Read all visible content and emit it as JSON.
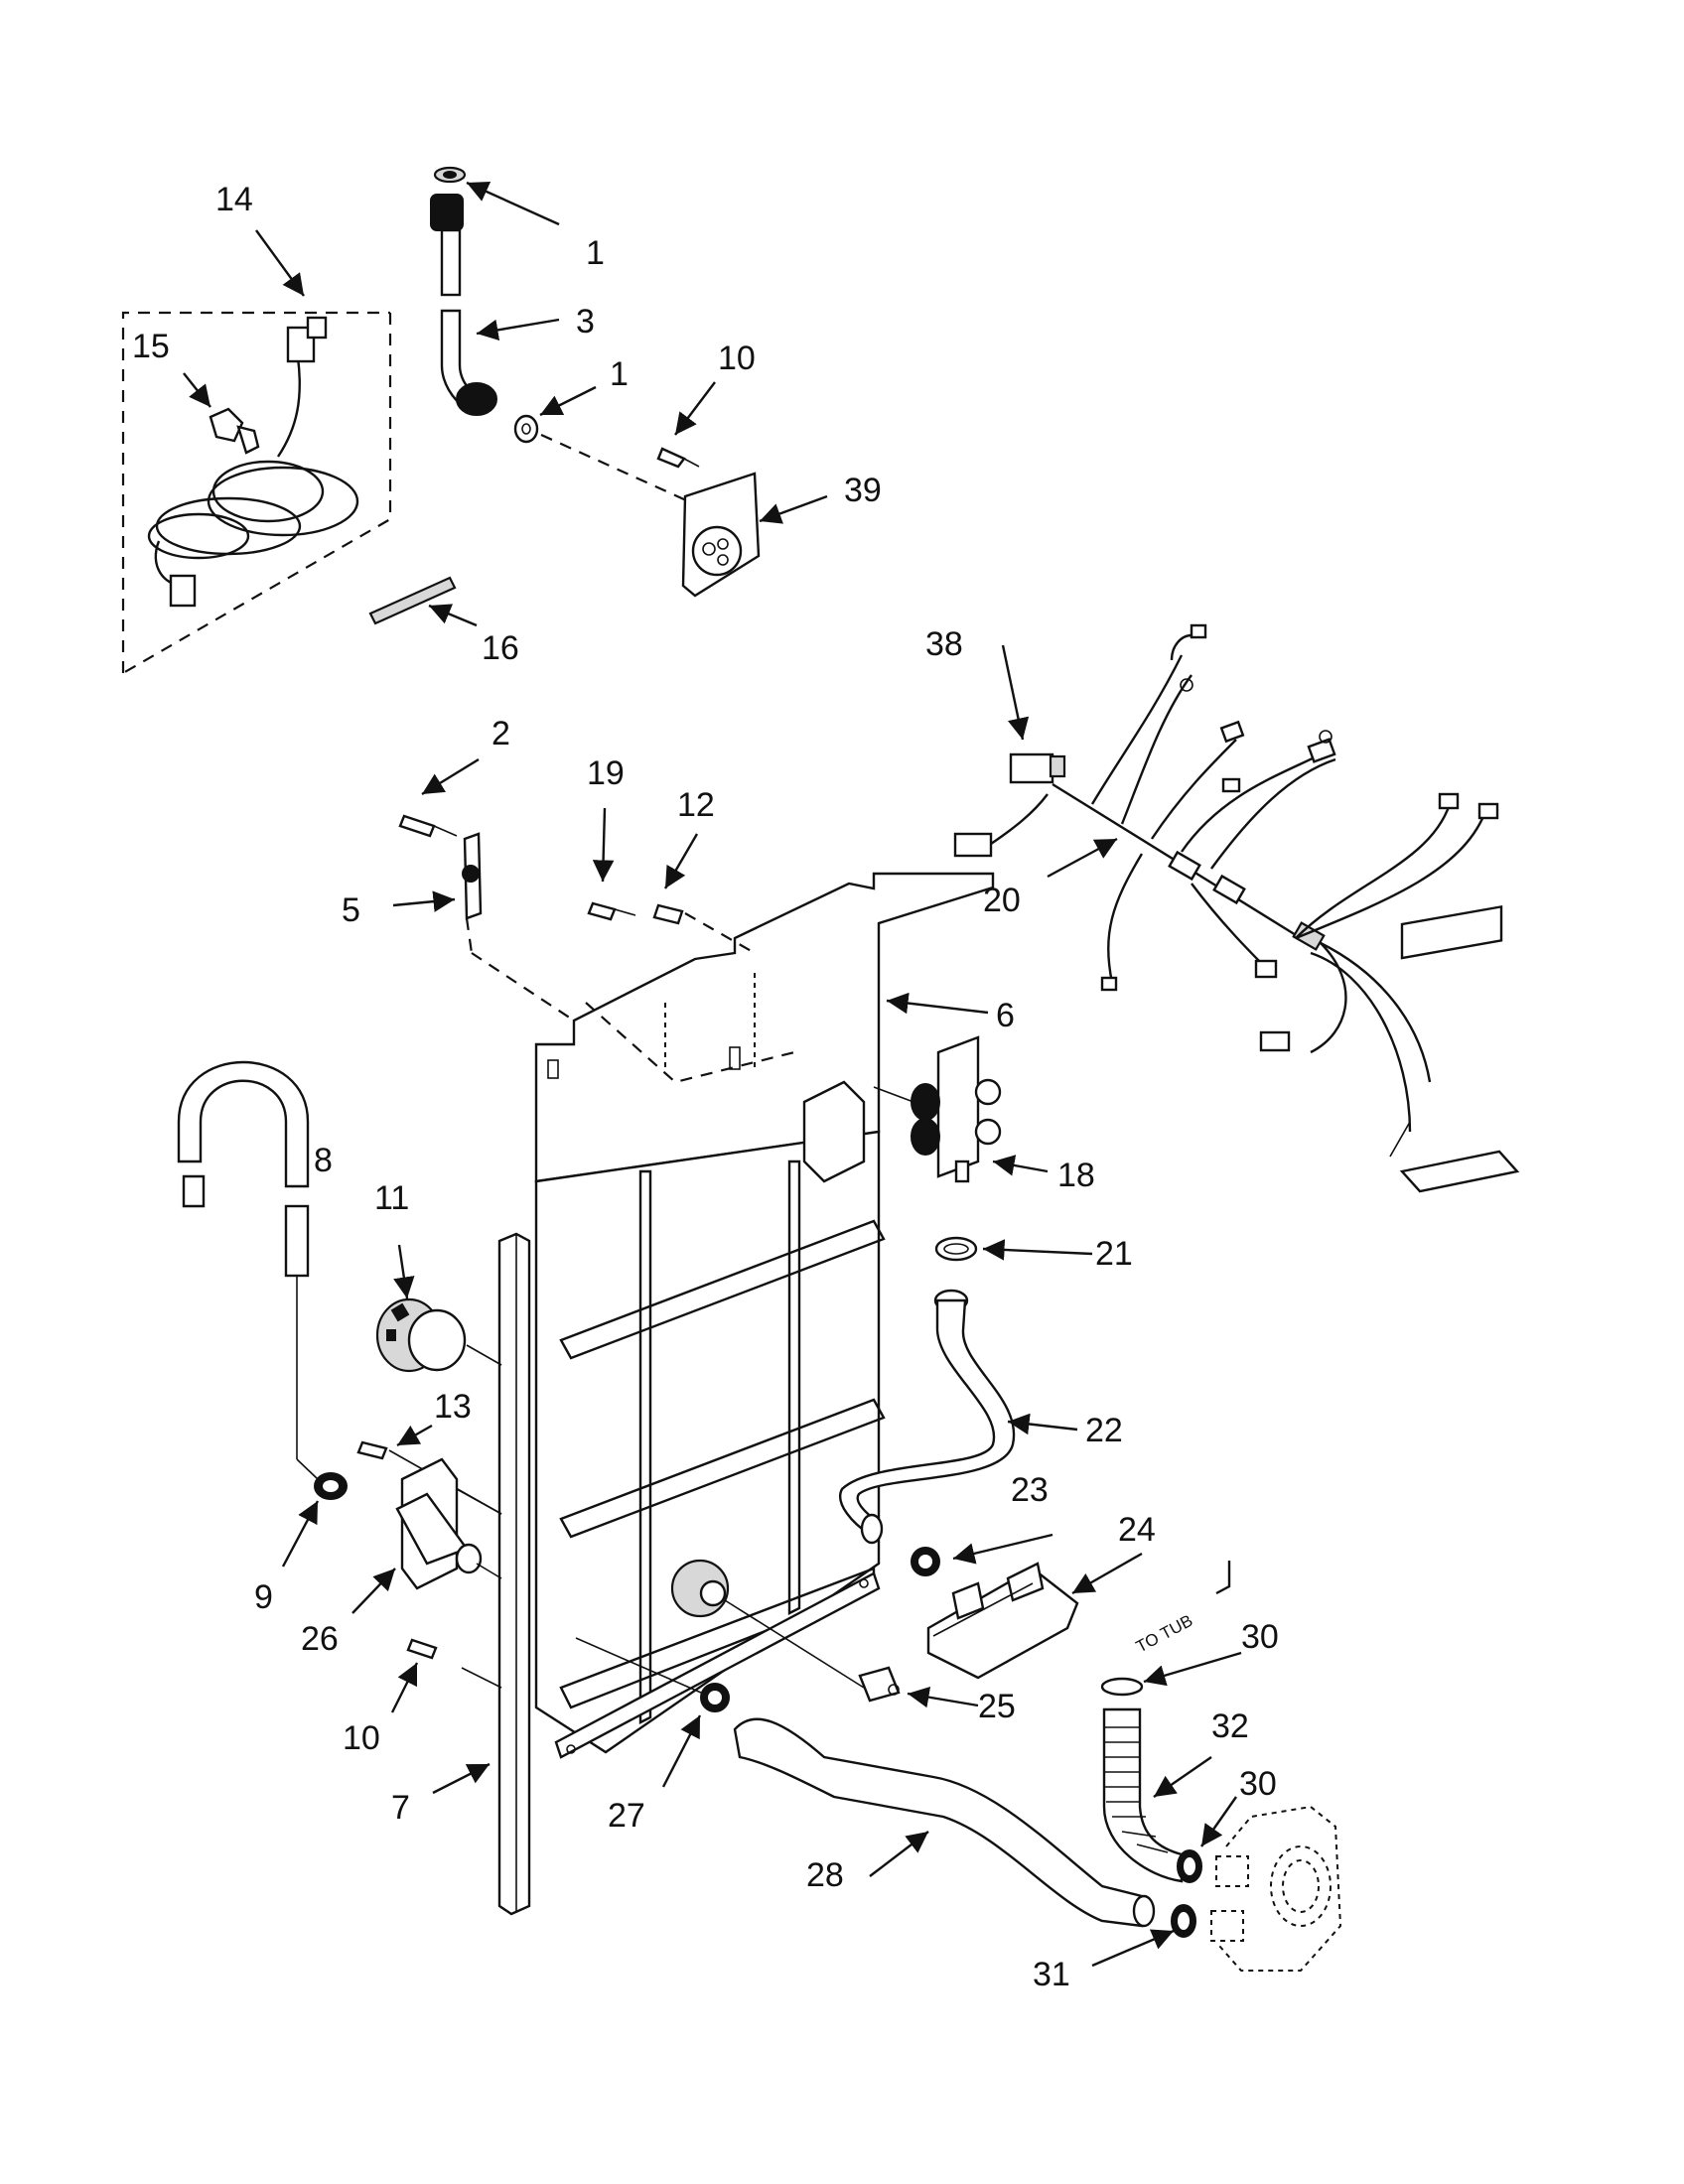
{
  "callouts": {
    "c1a": "1",
    "c1b": "1",
    "c2": "2",
    "c3": "3",
    "c5": "5",
    "c6": "6",
    "c7": "7",
    "c8": "8",
    "c9": "9",
    "c10a": "10",
    "c10b": "10",
    "c11": "11",
    "c12": "12",
    "c13": "13",
    "c14": "14",
    "c15": "15",
    "c16": "16",
    "c18": "18",
    "c19": "19",
    "c20": "20",
    "c21": "21",
    "c22": "22",
    "c23": "23",
    "c24": "24",
    "c25": "25",
    "c26": "26",
    "c27": "27",
    "c28": "28",
    "c30a": "30",
    "c30b": "30",
    "c31": "31",
    "c32": "32",
    "c38": "38",
    "c39": "39"
  },
  "notes": {
    "to_tub": "TO TUB"
  },
  "colors": {
    "ink": "#111111",
    "paper": "#ffffff",
    "shade": "#d8d8d8"
  }
}
